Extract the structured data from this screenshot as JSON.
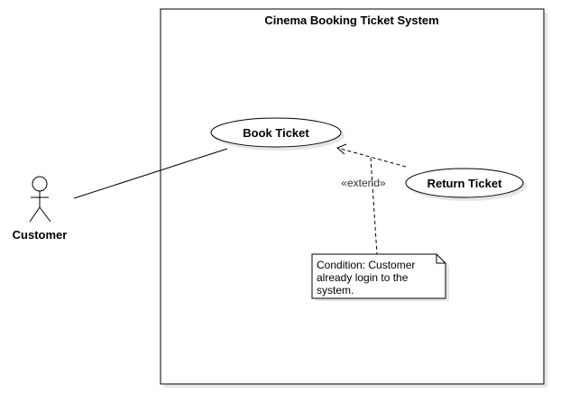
{
  "system": {
    "title": "Cinema Booking Ticket System"
  },
  "actors": [
    {
      "id": "customer",
      "label": "Customer"
    }
  ],
  "use_cases": [
    {
      "id": "book-ticket",
      "label": "Book Ticket"
    },
    {
      "id": "return-ticket",
      "label": "Return Ticket"
    }
  ],
  "relationships": [
    {
      "type": "association",
      "from": "customer",
      "to": "book-ticket"
    },
    {
      "type": "extend",
      "from": "return-ticket",
      "to": "book-ticket",
      "label": "«extend»"
    },
    {
      "type": "note-anchor",
      "from": "note",
      "to": "extend"
    }
  ],
  "note": {
    "lines": [
      "Condition: Customer",
      "already login to the",
      "system."
    ]
  },
  "colors": {
    "line": "#000000",
    "shadow": "#e6e6e6",
    "background": "#ffffff"
  }
}
